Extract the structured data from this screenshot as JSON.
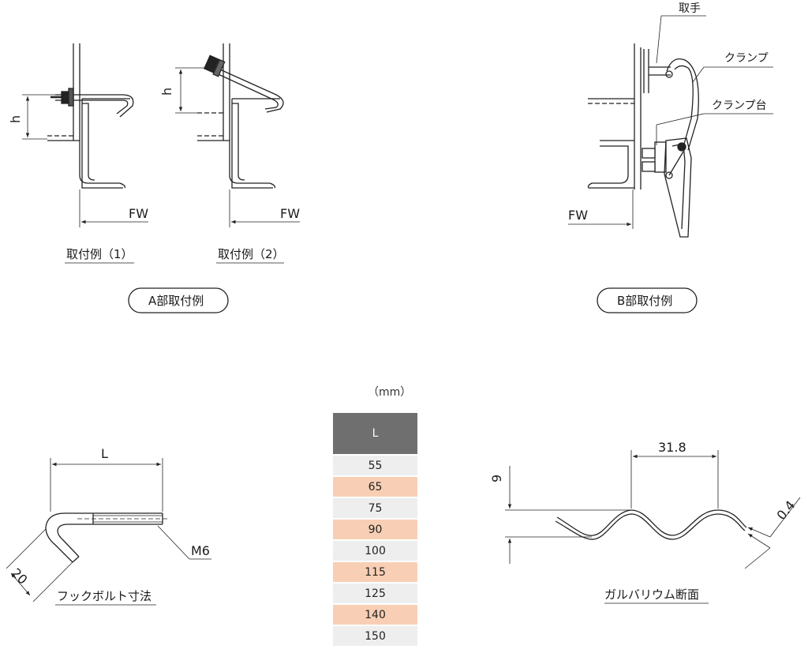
{
  "section_a": {
    "example1": {
      "caption": "取付例（1）",
      "dim_h": "h",
      "dim_fw": "FW"
    },
    "example2": {
      "caption": "取付例（2）",
      "dim_h": "h",
      "dim_fw": "FW"
    },
    "label": "A部取付例"
  },
  "section_b": {
    "callouts": [
      "取手",
      "クランプ",
      "クランプ台"
    ],
    "dim_fw": "FW",
    "label": "B部取付例"
  },
  "hook_bolt": {
    "dim_length": "L",
    "thread": "M6",
    "dim_hook": "20",
    "caption": "フックボルト寸法"
  },
  "spec_table": {
    "unit": "（mm）",
    "header": "L",
    "rows": [
      "55",
      "65",
      "75",
      "90",
      "100",
      "115",
      "125",
      "140",
      "150"
    ]
  },
  "galvalume": {
    "pitch": "31.8",
    "height": "9",
    "thickness": "0.4",
    "caption": "ガルバリウム断面"
  }
}
